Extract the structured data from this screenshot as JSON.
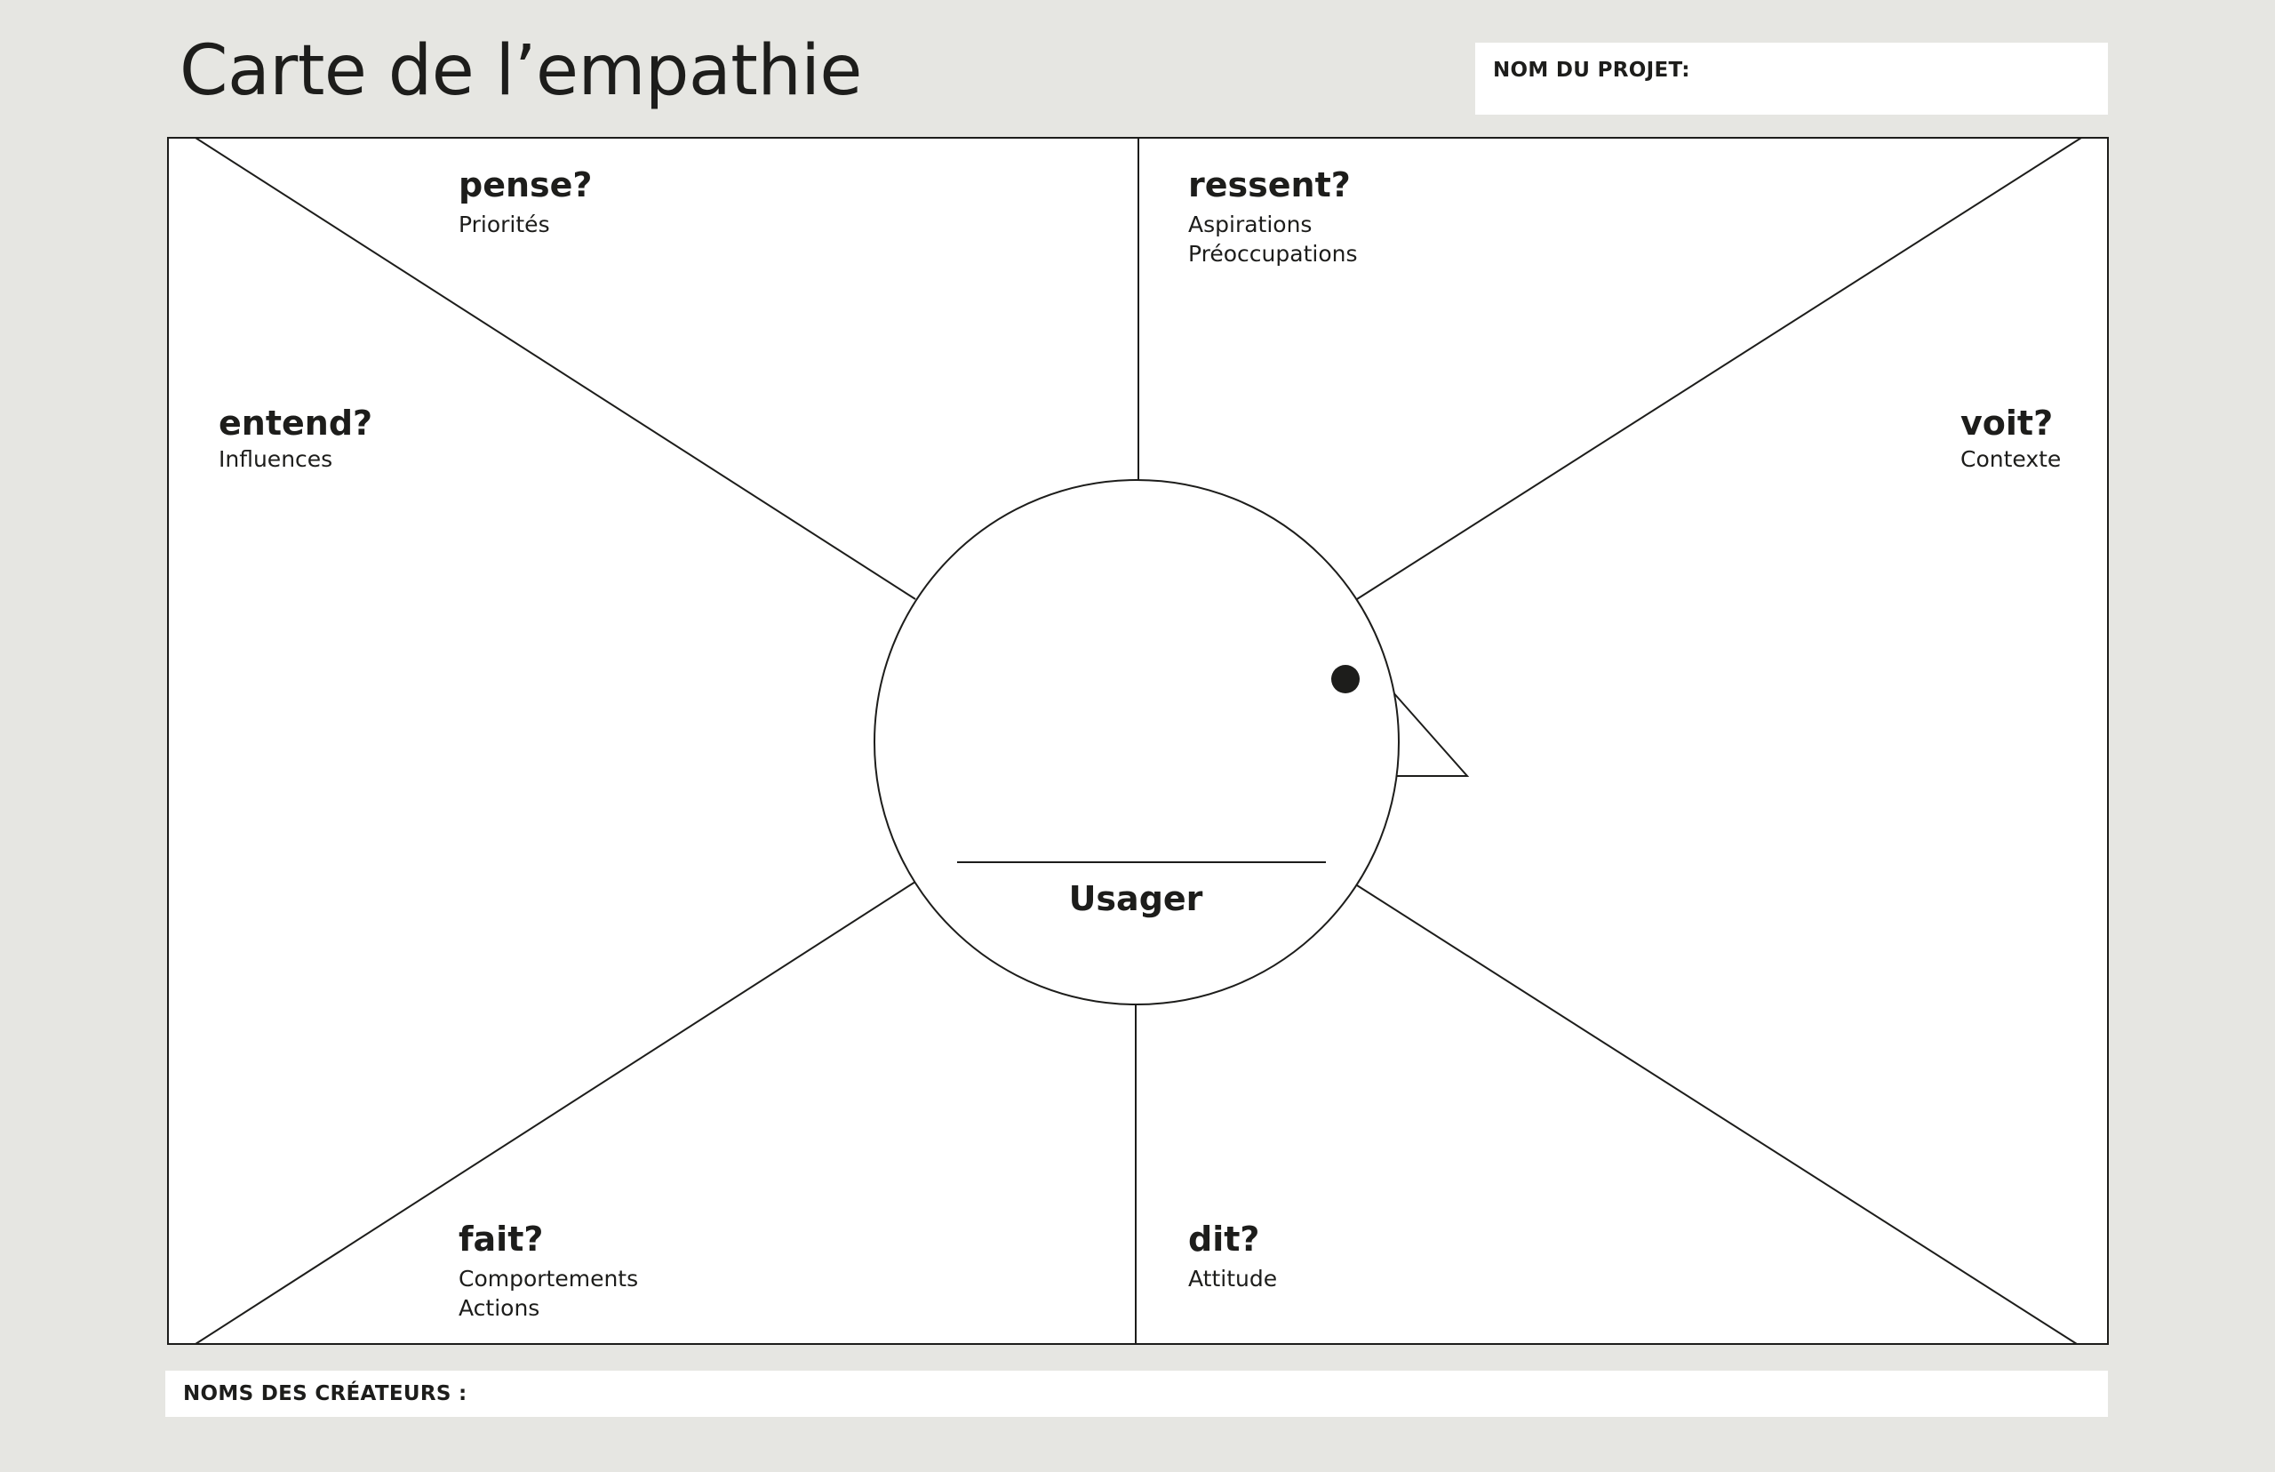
{
  "title": "Carte de l’empathie",
  "project": {
    "label": "NOM DU PROJET:",
    "value": ""
  },
  "creators": {
    "label": "NOMS DES CRÉATEURS :",
    "value": ""
  },
  "user_label": "Usager",
  "sections": {
    "pense": {
      "heading": "pense?",
      "lines": [
        "Priorités"
      ]
    },
    "ressent": {
      "heading": "ressent?",
      "lines": [
        "Aspirations",
        "Préoccupations"
      ]
    },
    "entend": {
      "heading": "entend?",
      "lines": [
        "Influences"
      ]
    },
    "voit": {
      "heading": "voit?",
      "lines": [
        "Contexte"
      ]
    },
    "fait": {
      "heading": "fait?",
      "lines": [
        "Comportements",
        "Actions"
      ]
    },
    "dit": {
      "heading": "dit?",
      "lines": [
        "Attitude"
      ]
    }
  },
  "colors": {
    "background": "#e6e6e2",
    "panel": "#ffffff",
    "ink": "#1d1d1b"
  }
}
